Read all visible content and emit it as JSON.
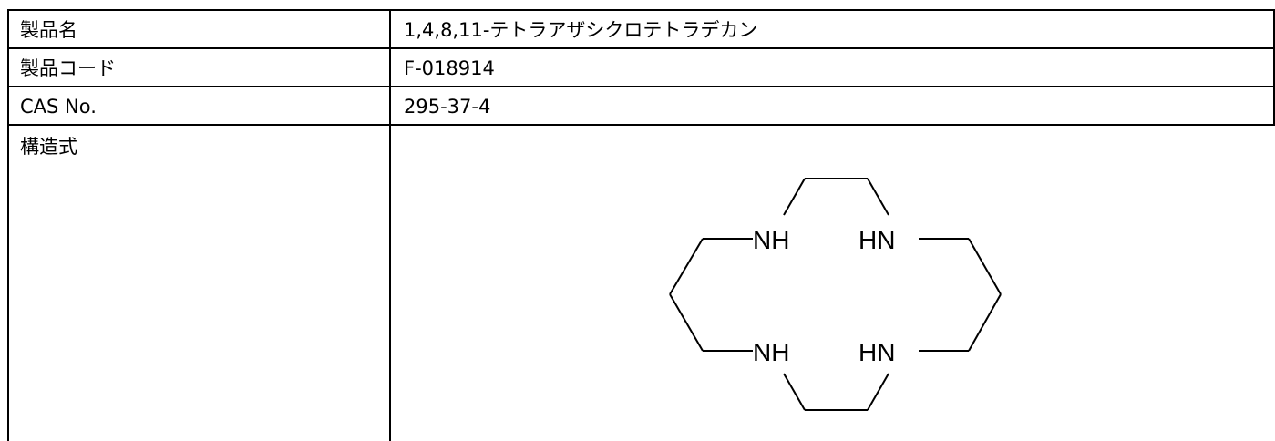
{
  "table": {
    "rows": [
      {
        "label": "製品名",
        "value": "1,4,8,11-テトラアザシクロテトラデカン"
      },
      {
        "label": "製品コード",
        "value": "F-018914"
      },
      {
        "label": "CAS No.",
        "value": "295-37-4"
      },
      {
        "label": "構造式",
        "value": ""
      }
    ]
  },
  "structure": {
    "atoms": {
      "n_top_left": "NH",
      "n_top_right": "HN",
      "n_bottom_left": "NH",
      "n_bottom_right": "HN"
    }
  }
}
